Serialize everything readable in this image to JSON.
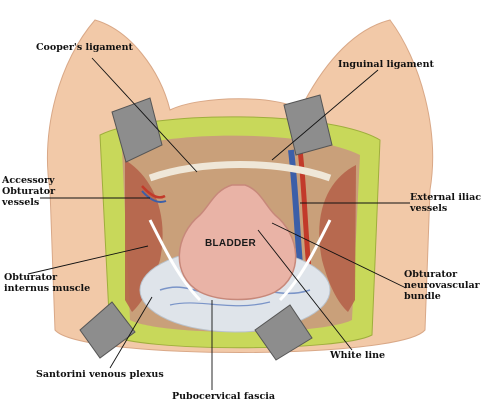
{
  "diagram": {
    "organ_label": "BLADDER",
    "labels": {
      "coopers_ligament": "Cooper's ligament",
      "inguinal_ligament": "Inguinal ligament",
      "accessory_obturator_line1": "Accessory",
      "accessory_obturator_line2": "Obturator",
      "accessory_obturator_line3": "vessels",
      "external_iliac_line1": "External iliac",
      "external_iliac_line2": "vessels",
      "obturator_internus_line1": "Obturator",
      "obturator_internus_line2": "internus muscle",
      "obturator_nvb_line1": "Obturator",
      "obturator_nvb_line2": "neurovascular",
      "obturator_nvb_line3": "bundle",
      "white_line": "White line",
      "santorini_plexus": "Santorini venous plexus",
      "pubocervical_fascia": "Pubocervical fascia"
    },
    "colors": {
      "skin": "#f2c9a8",
      "fat": "#c8d85a",
      "muscle": "#b5634a",
      "bladder": "#e9b3a6",
      "retractor": "#8d8d8d",
      "vein": "#3c5fa8",
      "artery": "#c23a2a",
      "fascia": "#dfe4ea"
    }
  }
}
